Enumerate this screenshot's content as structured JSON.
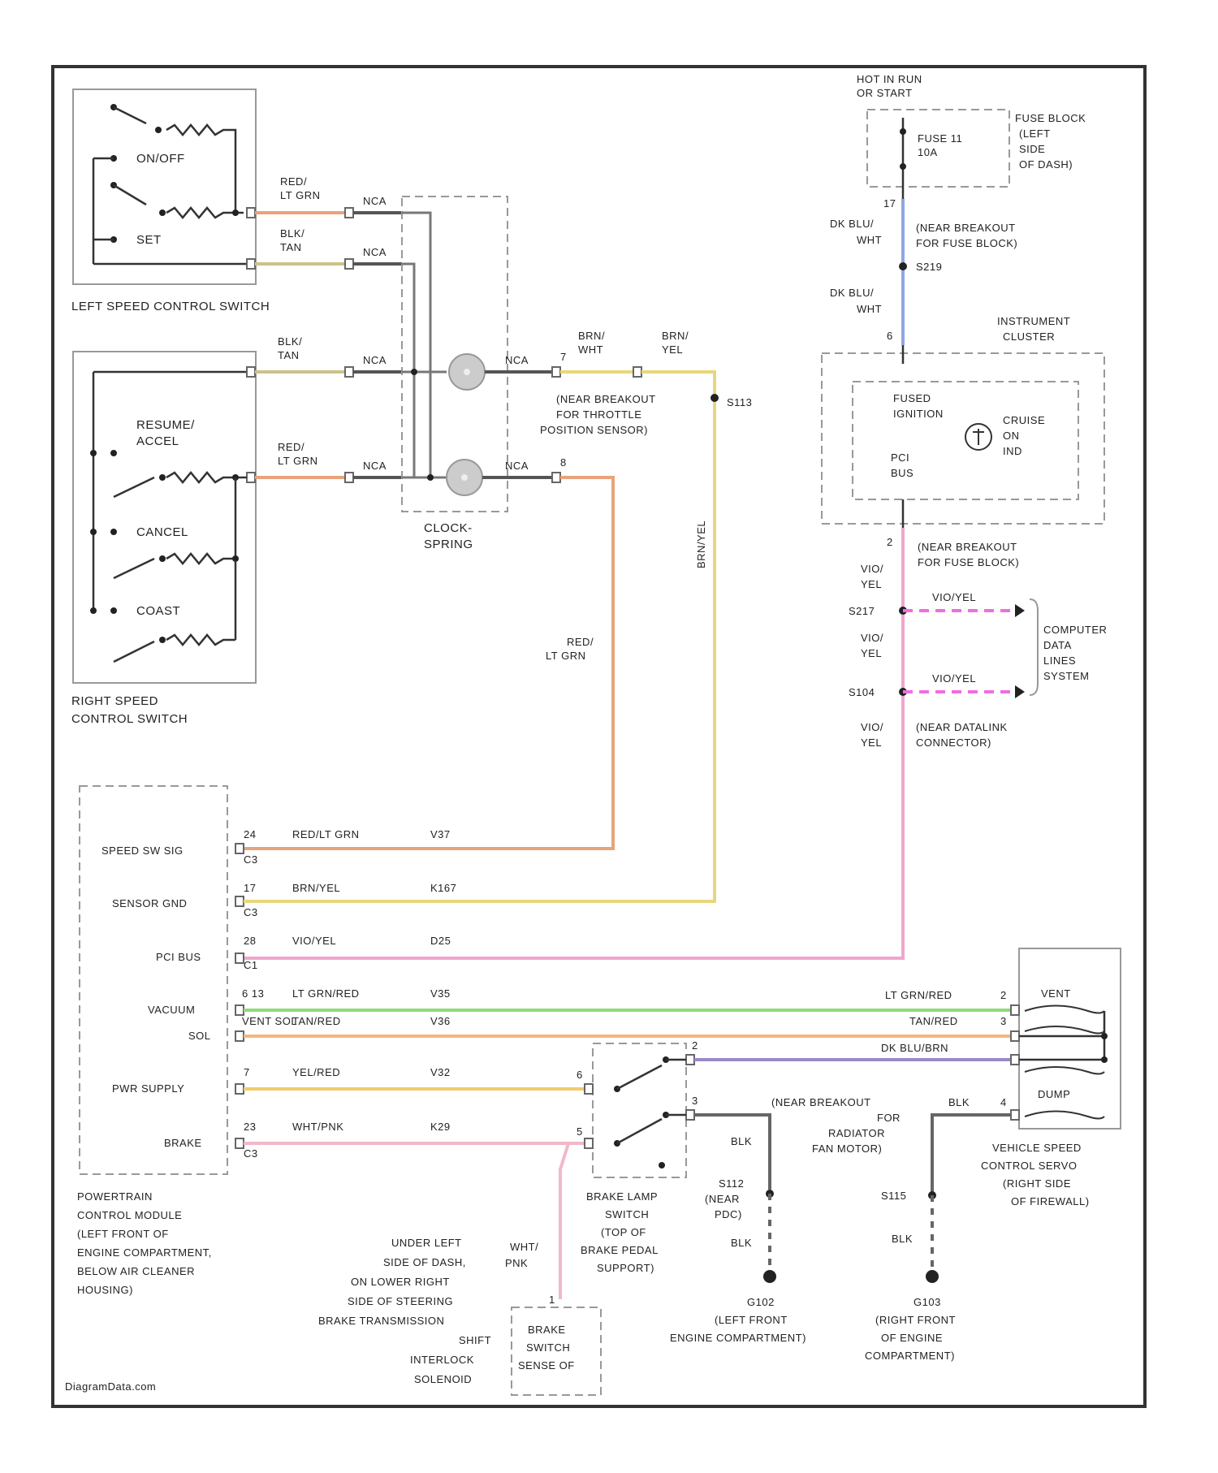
{
  "diagram": {
    "watermark": "DiagramData.com",
    "left_switch": {
      "title": "LEFT SPEED\nCONTROL SWITCH",
      "on_off": "ON/OFF",
      "set": "SET",
      "wire1": "RED/\nLT GRN",
      "wire2": "BLK/\nTAN",
      "nca1": "NCA",
      "nca2": "NCA"
    },
    "right_switch": {
      "title": "RIGHT SPEED\nCONTROL SWITCH",
      "resume_accel": "RESUME/\nACCEL",
      "cancel": "CANCEL",
      "coast": "COAST",
      "wire1": "BLK/\nTAN",
      "wire2": "RED/\nLT GRN",
      "nca1": "NCA",
      "nca2": "NCA"
    },
    "clockspring": {
      "label": "CLOCK-\nSPRING",
      "out1_nca": "NCA",
      "out1_pin": "7",
      "out2_nca": "NCA",
      "out2_pin": "8",
      "wire_brn_wht": "BRN/\nWHT",
      "wire_brn_yel": "BRN/\nYEL",
      "splice": "S113",
      "splice_note": "(NEAR BREAKOUT\nFOR THROTTLE\nPOSITION SENSOR)",
      "vert_wire": "BRN/YEL",
      "red_lt_grn": "RED/\nLT GRN"
    },
    "power": {
      "hot": "HOT IN RUN\nOR START",
      "fuse": "FUSE 11\n10A",
      "fuse_block": "FUSE BLOCK\n(LEFT\nSIDE\nOF DASH)",
      "pin": "17",
      "wire1": "DK BLU/\nWHT",
      "splice": "S219",
      "splice_note": "(NEAR BREAKOUT\nFOR FUSE BLOCK)",
      "wire2": "DK BLU/\nWHT",
      "pin2": "6"
    },
    "cluster": {
      "title": "INSTRUMENT\nCLUSTER",
      "fused_ign": "FUSED\nIGNITION",
      "pci_bus": "PCI\nBUS",
      "cruise": "CRUISE\nON\nIND",
      "pin": "2"
    },
    "data_lines": {
      "note1": "(NEAR BREAKOUT\nFOR FUSE BLOCK)",
      "wire1": "VIO/\nYEL",
      "splice1": "S217",
      "arrow1": "VIO/YEL",
      "wire2": "VIO/\nYEL",
      "splice2": "S104",
      "arrow2": "VIO/YEL",
      "wire3": "VIO/\nYEL",
      "note2": "(NEAR DATALINK\nCONNECTOR)",
      "system": "COMPUTER\nDATA\nLINES\nSYSTEM"
    },
    "pcm": {
      "title": "POWERTRAIN\nCONTROL MODULE\n(LEFT FRONT OF\nENGINE COMPARTMENT,\nBELOW AIR CLEANER\nHOUSING)",
      "rows": [
        {
          "label": "SPEED SW SIG",
          "pin": "24",
          "conn": "C3",
          "wire": "RED/LT GRN",
          "circuit": "V37"
        },
        {
          "label": "SENSOR GND",
          "pin": "17",
          "conn": "C3",
          "wire": "BRN/YEL",
          "circuit": "K167"
        },
        {
          "label": "PCI BUS",
          "pin": "28",
          "conn": "C1",
          "wire": "VIO/YEL",
          "circuit": "D25"
        },
        {
          "label": "VACUUM",
          "pin": "6  13",
          "conn": "",
          "wire": "LT GRN/RED",
          "circuit": "V35"
        },
        {
          "label": "SOL",
          "pin": "VENT  SOL",
          "conn": "",
          "wire": "TAN/RED",
          "circuit": "V36"
        },
        {
          "label": "PWR SUPPLY",
          "pin": "7",
          "conn": "",
          "wire": "YEL/RED",
          "circuit": "V32"
        },
        {
          "label": "BRAKE",
          "pin": "23",
          "conn": "C3",
          "wire": "WHT/PNK",
          "circuit": "K29"
        }
      ]
    },
    "servo": {
      "vent": "VENT",
      "dump": "DUMP",
      "wire_v35": "LT GRN/RED",
      "pin_v35": "2",
      "wire_v36": "TAN/RED",
      "pin_v36": "3",
      "wire_purple": "DK BLU/BRN",
      "wire_blk": "BLK",
      "pin_blk": "4",
      "title": "VEHICLE SPEED\nCONTROL SERVO\n(RIGHT SIDE\nOF FIREWALL)"
    },
    "brake": {
      "switch_title": "BRAKE LAMP\nSWITCH\n(TOP OF\nBRAKE PEDAL\nSUPPORT)",
      "pin1": "1",
      "pin2": "2",
      "pin3": "3",
      "pin5": "5",
      "pin6": "6",
      "under": "UNDER LEFT\nSIDE OF DASH,\nON LOWER RIGHT\nSIDE OF STEERING\nBRAKE TRANSMISSION\nSHIFT\nINTERLOCK\nSOLENOID",
      "wire_wht_pnk": "WHT/\nPNK",
      "bsi": "BRAKE\nSWITCH\nSENSE OF",
      "bsi_pin": "1"
    },
    "grounds": {
      "note": "(NEAR BREAKOUT\nFOR\nRADIATOR\nFAN MOTOR)",
      "blk1": "BLK",
      "s112": "S112\n(NEAR\nPDC)",
      "blk2": "BLK",
      "g102": "G102\n(LEFT FRONT\nENGINE COMPARTMENT)",
      "s115": "S115",
      "blk3": "BLK",
      "g103": "G103\n(RIGHT FRONT\nOF ENGINE\nCOMPARTMENT)",
      "blk4": "BLK"
    },
    "colors": {
      "red_lt_grn": "#e9a37a",
      "brn_yel": "#e8d77c",
      "vio_yel": "#f0a6cc",
      "lt_grn": "#8fdc7c",
      "tan_red": "#f4b57c",
      "yel_red": "#f2cc6a",
      "wht_pnk": "#f1b9c8",
      "dk_blu": "#8ea7e6",
      "dk_blu_brn": "#9b88c6",
      "gray": "#777777"
    }
  }
}
